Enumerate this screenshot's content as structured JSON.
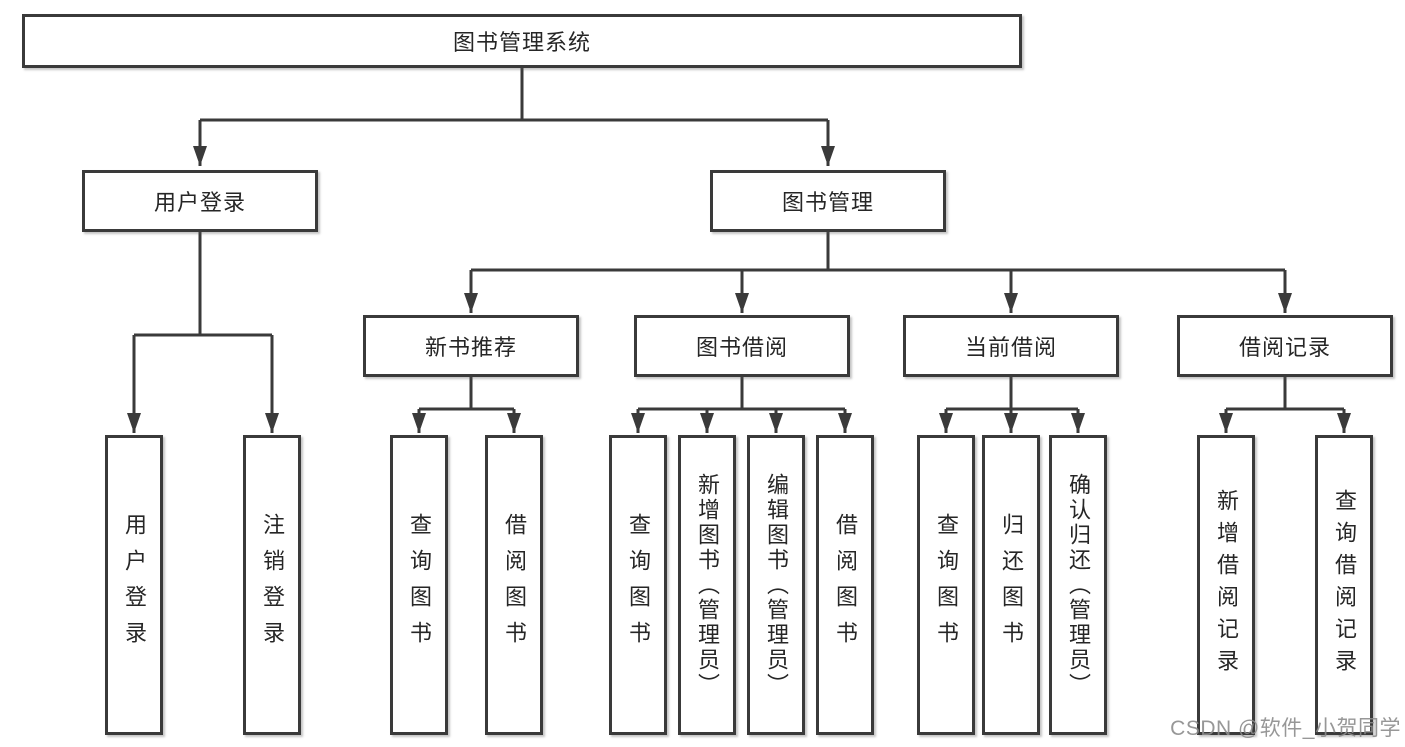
{
  "diagram": {
    "type": "tree",
    "tree": {
      "label": "图书管理系统",
      "children": [
        {
          "label": "用户登录",
          "children": [
            {
              "label": "用户登录"
            },
            {
              "label": "注销登录"
            }
          ]
        },
        {
          "label": "图书管理",
          "children": [
            {
              "label": "新书推荐",
              "children": [
                {
                  "label": "查询图书"
                },
                {
                  "label": "借阅图书"
                }
              ]
            },
            {
              "label": "图书借阅",
              "children": [
                {
                  "label": "查询图书"
                },
                {
                  "label": "新增图书（管理员）"
                },
                {
                  "label": "编辑图书（管理员）"
                },
                {
                  "label": "借阅图书"
                }
              ]
            },
            {
              "label": "当前借阅",
              "children": [
                {
                  "label": "查询图书"
                },
                {
                  "label": "归还图书"
                },
                {
                  "label": "确认归还（管理员）"
                }
              ]
            },
            {
              "label": "借阅记录",
              "children": [
                {
                  "label": "新增借阅记录"
                },
                {
                  "label": "查询借阅记录"
                }
              ]
            }
          ]
        }
      ]
    },
    "colors": {
      "line": "#3a3a3a",
      "box_border": "#3a3a3a",
      "text": "#262626",
      "background": "#ffffff",
      "watermark": "#8c8c8c"
    }
  },
  "watermark": {
    "text": "CSDN @软件_小贺同学"
  }
}
